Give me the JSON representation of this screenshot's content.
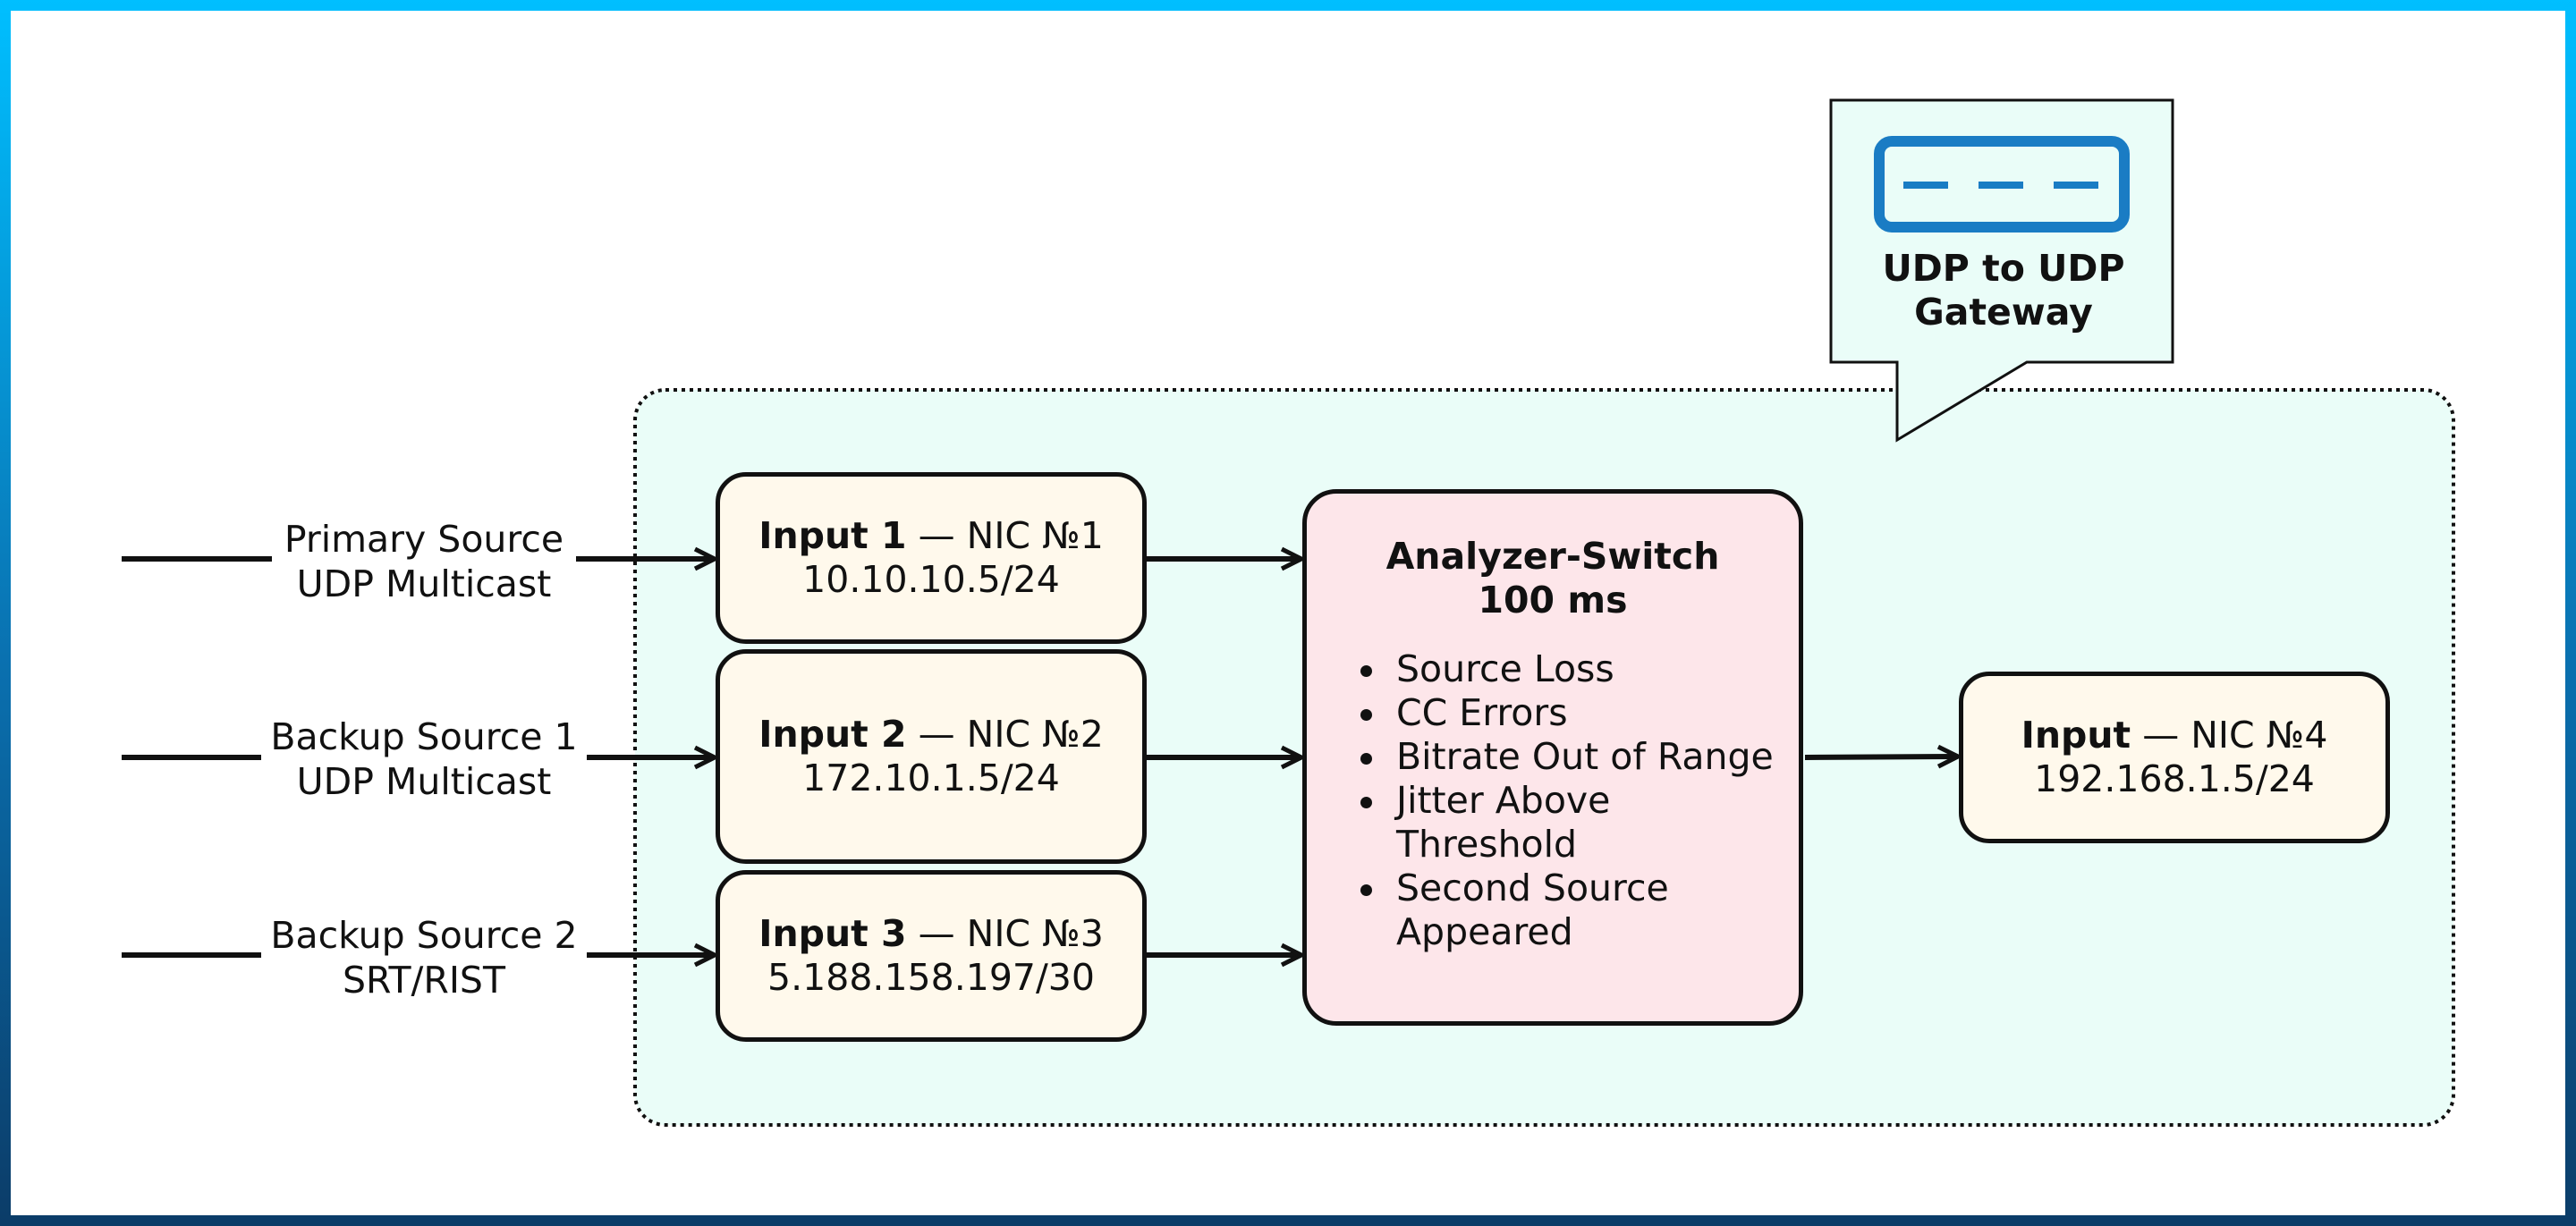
{
  "sources": [
    {
      "line1": "Primary Source",
      "line2": "UDP Multicast"
    },
    {
      "line1": "Backup Source 1",
      "line2": "UDP Multicast"
    },
    {
      "line1": "Backup Source 2",
      "line2": "SRT/RIST"
    }
  ],
  "inputs": [
    {
      "name": "Input 1",
      "nic": "NIC №1",
      "ip": "10.10.10.5/24"
    },
    {
      "name": "Input 2",
      "nic": "NIC №2",
      "ip": "172.10.1.5/24"
    },
    {
      "name": "Input 3",
      "nic": "NIC №3",
      "ip": "5.188.158.197/30"
    }
  ],
  "analyzer": {
    "title": "Analyzer-Switch",
    "subtitle": "100 ms",
    "triggers": [
      "Source Loss",
      "CC Errors",
      "Bitrate Out of Range",
      "Jitter Above Threshold",
      "Second Source Appeared"
    ]
  },
  "output": {
    "name": "Input",
    "nic": "NIC №4",
    "ip": "192.168.1.5/24"
  },
  "callout": {
    "line1": "UDP to UDP",
    "line2": "Gateway",
    "icon": "gateway-device-icon"
  },
  "separator": " — ",
  "colors": {
    "frame_top": "#00bfff",
    "frame_bottom": "#0b3c68",
    "group_fill": "#eafdf8",
    "input_fill": "#fff9ec",
    "analyzer_fill": "#fde6ea",
    "device_icon": "#1a7cc4"
  }
}
